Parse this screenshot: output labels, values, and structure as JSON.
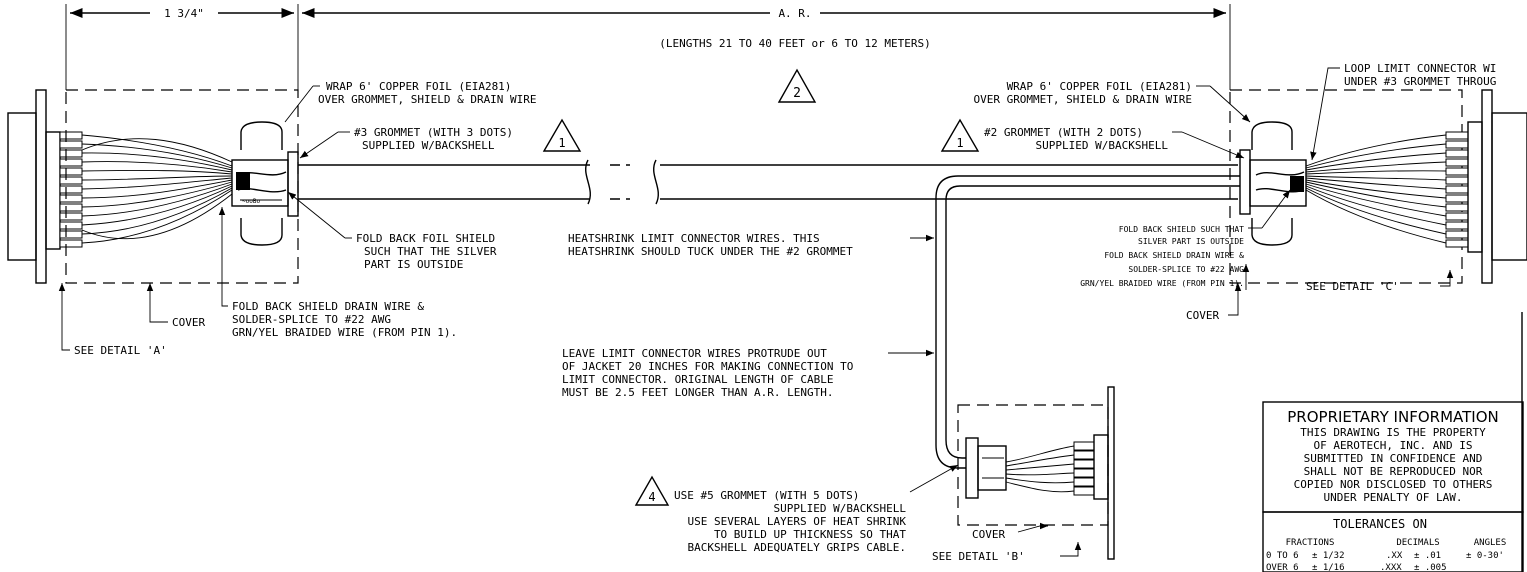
{
  "dimensions": {
    "left_length": "1 3/4\"",
    "main_length": "A. R.",
    "length_range": "(LENGTHS 21 TO 40 FEET or 6 TO 12 METERS)"
  },
  "callouts": {
    "note_2_marker": "2",
    "left_wrap": [
      "WRAP 6' COPPER FOIL (EIA281)",
      "OVER GROMMET, SHIELD & DRAIN WIRE"
    ],
    "left_grommet": [
      "#3 GROMMET (WITH 3 DOTS)",
      "SUPPLIED W/BACKSHELL"
    ],
    "left_grommet_marker": "1",
    "left_fold_foil": [
      "FOLD BACK FOIL SHIELD",
      "SUCH THAT THE SILVER",
      "PART IS OUTSIDE"
    ],
    "left_fold_drain": [
      "FOLD BACK SHIELD DRAIN WIRE &",
      "SOLDER-SPLICE TO #22 AWG",
      "GRN/YEL BRAIDED WIRE (FROM PIN 1)."
    ],
    "left_cover": "COVER",
    "left_detail": "SEE DETAIL 'A'",
    "heatshrink": [
      "HEATSHRINK LIMIT CONNECTOR WIRES. THIS",
      "HEATSHRINK SHOULD TUCK UNDER THE #2 GROMMET"
    ],
    "leave_limit": [
      "LEAVE LIMIT CONNECTOR WIRES PROTRUDE OUT",
      "OF JACKET 20 INCHES FOR MAKING CONNECTION TO",
      "LIMIT CONNECTOR. ORIGINAL LENGTH OF CABLE",
      "MUST BE 2.5 FEET LONGER THAN A.R. LENGTH."
    ],
    "grommet5_marker": "4",
    "grommet5": [
      "USE #5 GROMMET (WITH 5 DOTS)",
      "SUPPLIED W/BACKSHELL",
      "USE SEVERAL LAYERS OF HEAT SHRINK",
      "TO BUILD UP THICKNESS SO THAT",
      "BACKSHELL ADEQUATELY GRIPS CABLE."
    ],
    "bottom_cover": "COVER",
    "bottom_detail": "SEE DETAIL 'B'",
    "right_wrap": [
      "WRAP 6' COPPER FOIL (EIA281)",
      "OVER GROMMET, SHIELD & DRAIN WIRE"
    ],
    "right_grommet_marker": "1",
    "right_grommet": [
      "#2 GROMMET (WITH 2 DOTS)",
      "SUPPLIED W/BACKSHELL"
    ],
    "right_fold": [
      "FOLD BACK SHIELD SUCH THAT",
      "SILVER PART IS OUTSIDE",
      "FOLD BACK SHIELD DRAIN WIRE &",
      "SOLDER-SPLICE TO #22 AWG",
      "GRN/YEL BRAIDED WIRE (FROM PIN 1)."
    ],
    "right_cover": "COVER",
    "right_detail": "SEE DETAIL 'C'",
    "loop_limit": [
      "LOOP LIMIT CONNECTOR WI",
      "UNDER #3 GROMMET THROUG"
    ]
  },
  "proprietary": {
    "title": "PROPRIETARY INFORMATION",
    "lines": [
      "THIS DRAWING IS THE PROPERTY",
      "OF AEROTECH, INC. AND IS",
      "SUBMITTED IN CONFIDENCE AND",
      "SHALL NOT BE REPRODUCED NOR",
      "COPIED NOR DISCLOSED TO OTHERS",
      "UNDER PENALTY OF LAW."
    ]
  },
  "tolerances": {
    "title": "TOLERANCES ON",
    "headers": [
      "FRACTIONS",
      "DECIMALS",
      "ANGLES"
    ],
    "row1": [
      "0 TO 6",
      "± 1/32",
      ".XX",
      "± .01",
      "± 0-30'"
    ],
    "row2": [
      "OVER 6",
      "± 1/16",
      ".XXX",
      "± .005"
    ]
  }
}
